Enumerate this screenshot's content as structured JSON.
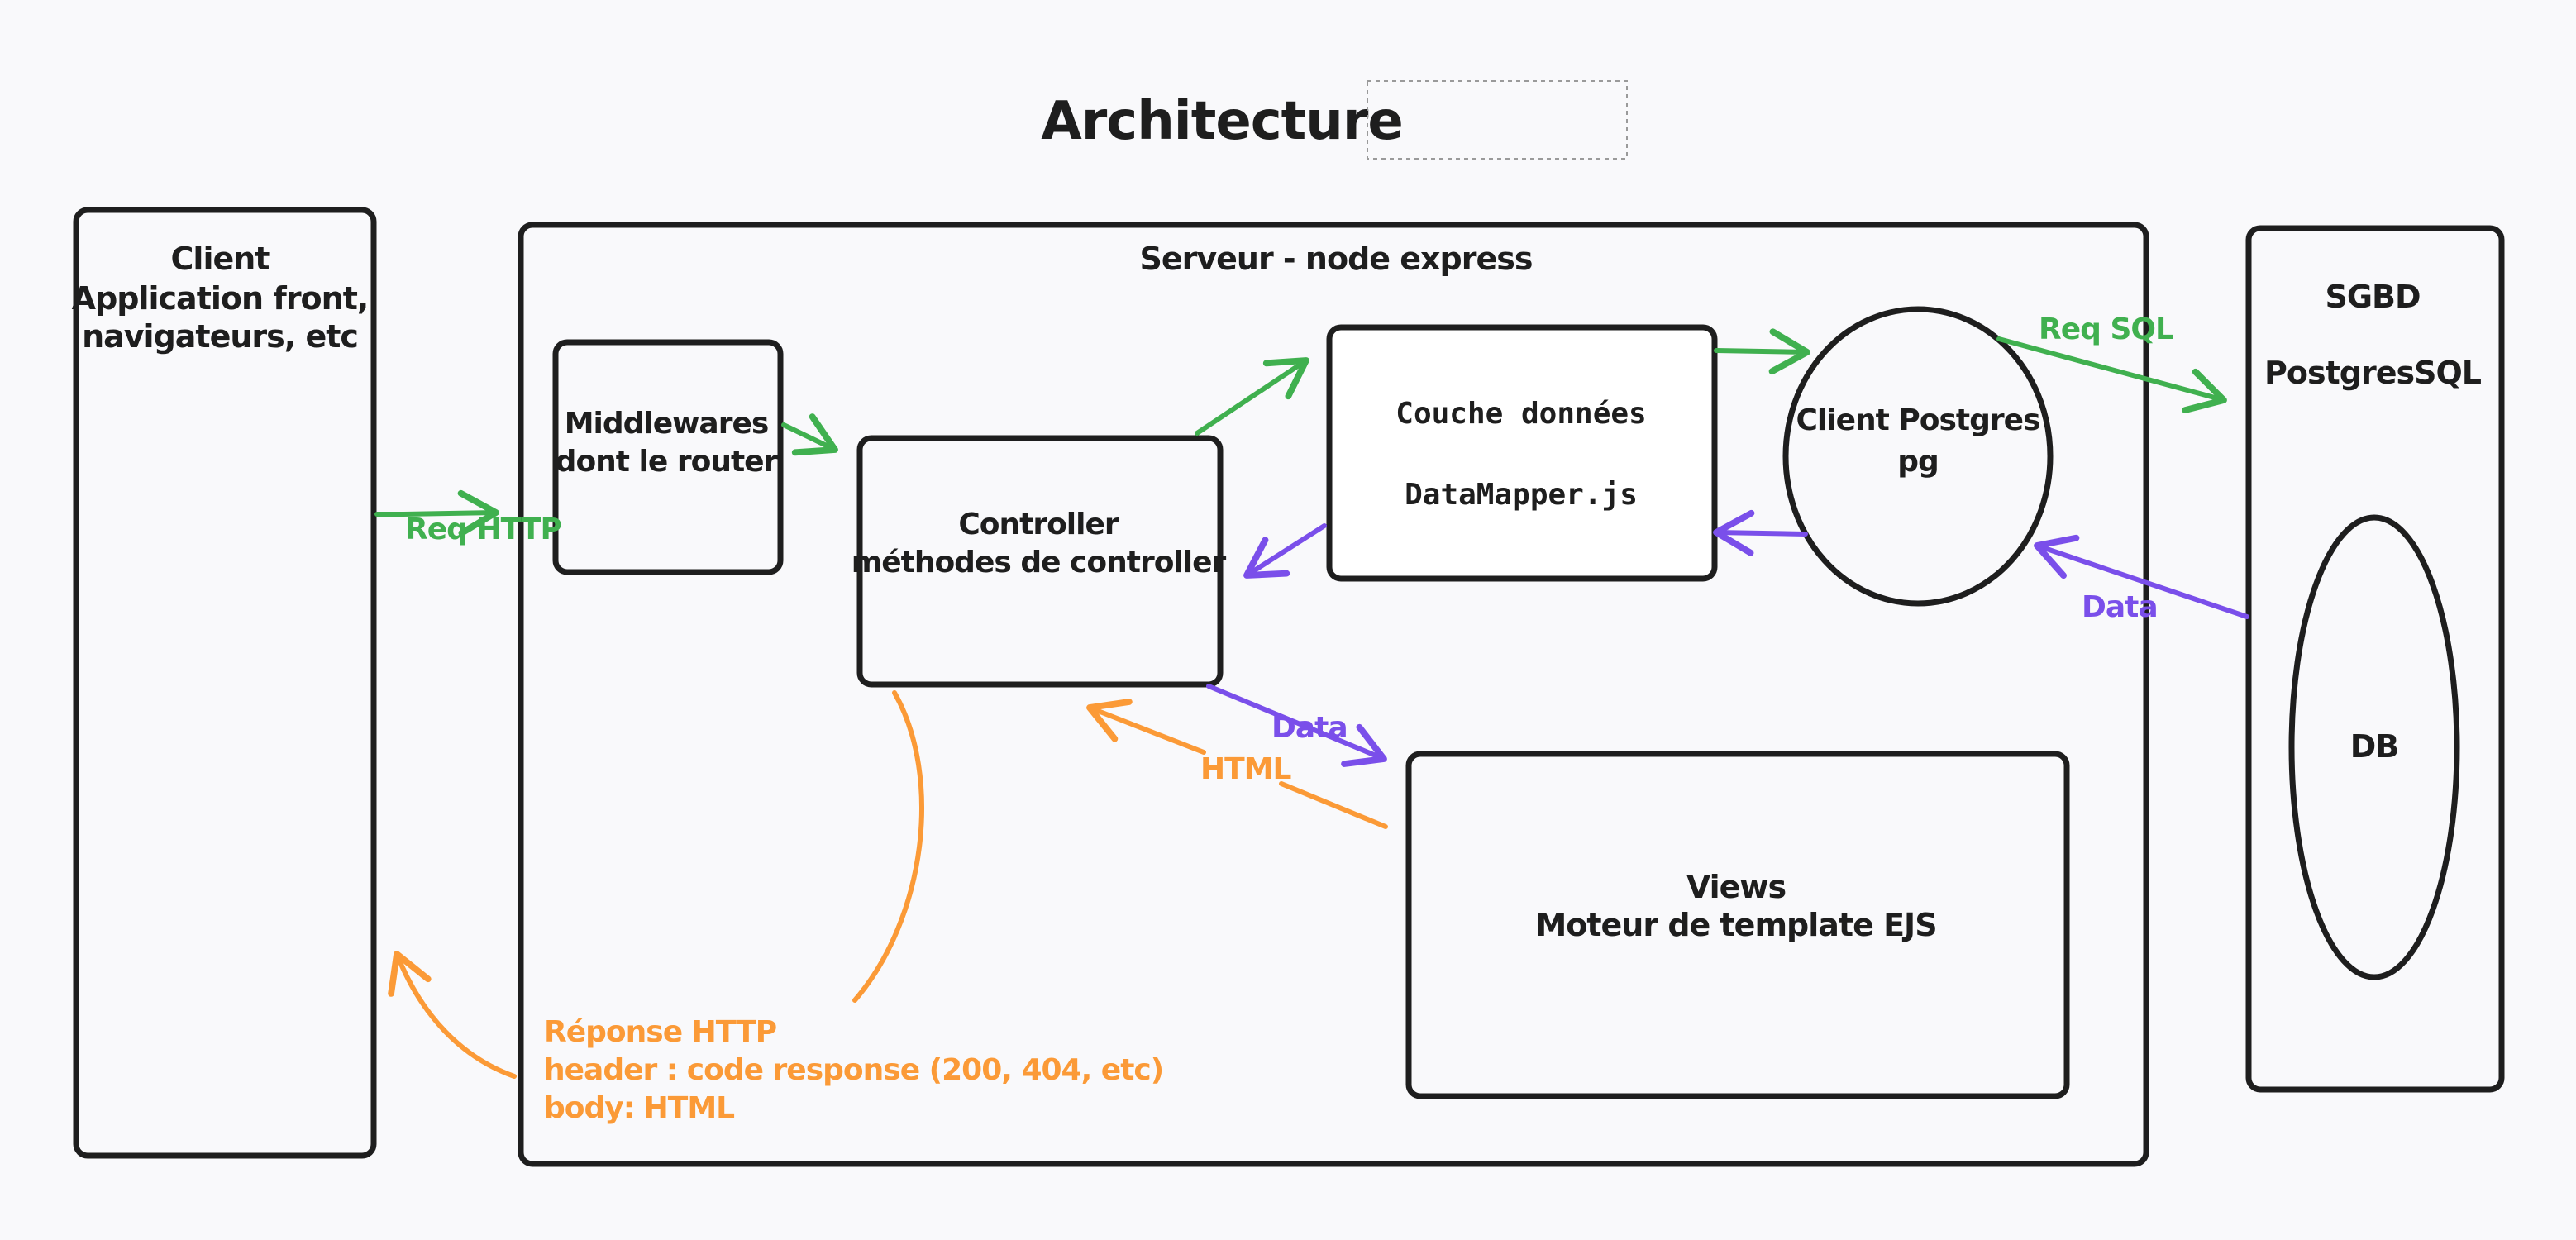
{
  "title": "Architecture",
  "client": {
    "line1": "Client",
    "line2": "Application front,",
    "line3": "navigateurs, etc"
  },
  "server": {
    "title": "Serveur - node express"
  },
  "middlewares": {
    "line1": "Middlewares",
    "line2": "dont le router"
  },
  "controller": {
    "line1": "Controller",
    "line2": "méthodes de controller"
  },
  "data_layer": {
    "line1": "Couche données",
    "line2": "DataMapper.js"
  },
  "pg_client": {
    "line1": "Client Postgres",
    "line2": "pg"
  },
  "views": {
    "line1": "Views",
    "line2": "Moteur de template EJS"
  },
  "sgbd": {
    "line1": "SGBD",
    "line2": "PostgresSQL",
    "db": "DB"
  },
  "arrows": {
    "req_http": "Req HTTP",
    "req_sql": "Req SQL",
    "data_db": "Data",
    "data_views": "Data",
    "html": "HTML",
    "response_line1": "Réponse HTTP",
    "response_line2": "header : code response (200, 404, etc)",
    "response_line3": "body: HTML"
  },
  "colors": {
    "request": "#40b04f",
    "data": "#7a4fea",
    "response": "#fb9a37",
    "stroke": "#1e1e1e",
    "background": "#f9f9fb"
  }
}
